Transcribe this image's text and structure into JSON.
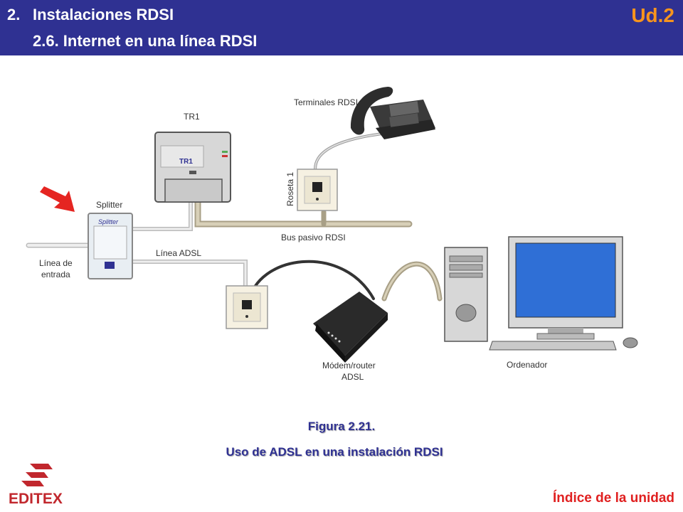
{
  "header": {
    "number": "2.",
    "title": "Instalaciones RDSI",
    "subtitle": "2.6. Internet en una línea RDSI",
    "unit": "Ud.2"
  },
  "diagram": {
    "labels": {
      "tr1": "TR1",
      "tr1_device": "TR1",
      "terminals": "Terminales RDSI",
      "roseta": "Roseta 1",
      "splitter": "Splitter",
      "splitter_brand": "Splitter",
      "bus": "Bus pasivo RDSI",
      "adsl_line": "Línea ADSL",
      "input_line_1": "Línea de",
      "input_line_2": "entrada",
      "modem_1": "Módem/router",
      "modem_2": "ADSL",
      "computer": "Ordenador"
    }
  },
  "caption": {
    "figure": "Figura 2.21.",
    "text": "Uso de ADSL en una instalación RDSI"
  },
  "footer": {
    "logo_text": "EDITEX",
    "index_link": "Índice de la unidad"
  },
  "colors": {
    "header_bg": "#2f3192",
    "unit": "#f7941d",
    "caption": "#2f3192",
    "index_link": "#e02020",
    "logo": "#c1272d",
    "arrow": "#e52521"
  }
}
